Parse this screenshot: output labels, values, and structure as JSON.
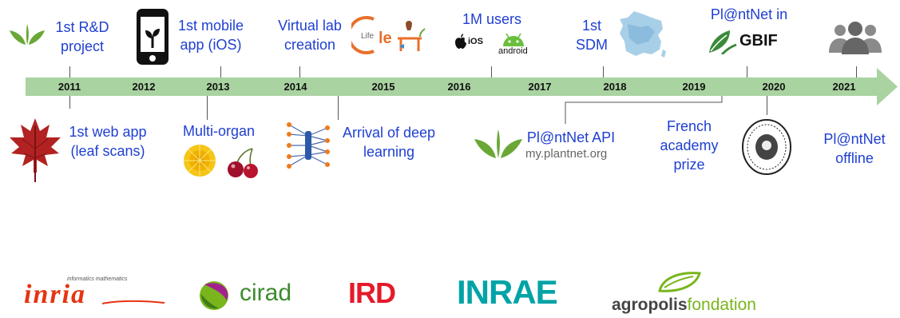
{
  "timeline": {
    "years": [
      "2011",
      "2012",
      "2013",
      "2014",
      "2015",
      "2016",
      "2017",
      "2018",
      "2019",
      "2020",
      "2021"
    ],
    "colors": {
      "arrow": "#a9d3a0",
      "text": "#1f3fd1",
      "plant_green": "#6aa736"
    }
  },
  "events_top": {
    "rd_project": "1st R&D\nproject",
    "mobile_app": "1st mobile\napp (iOS)",
    "virtual_lab": "Virtual lab\ncreation",
    "lifeclef_logo": "Life CLEF",
    "million_users": "1M users",
    "ios_label": "iOS",
    "android_label": "android",
    "sdm": "1st\nSDM",
    "gbif_title": "Pl@ntNet in",
    "gbif_logo": "GBIF"
  },
  "events_bottom": {
    "web_app": "1st web app\n(leaf scans)",
    "multi_organ": "Multi-organ",
    "deep_learning": "Arrival of deep\nlearning",
    "api": "Pl@ntNet API",
    "api_url": "my.plantnet.org",
    "french_academy": "French\nacademy\nprize",
    "offline": "Pl@ntNet\noffline"
  },
  "partners": {
    "inria": "inria",
    "inria_sub": "informatics mathematics",
    "cirad": "cirad",
    "ird": "IRD",
    "inrae": "INRAE",
    "agropolis_a": "agropolis",
    "agropolis_b": "fondation"
  }
}
